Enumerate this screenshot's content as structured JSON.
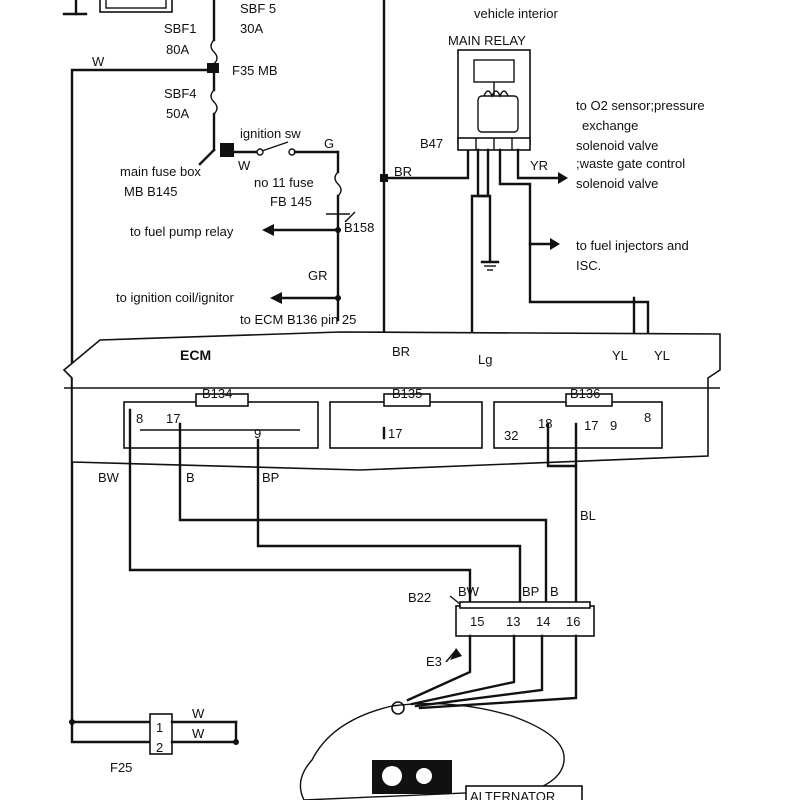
{
  "fuses": {
    "sbf5": "SBF 5",
    "sbf5_rating": "30A",
    "sbf1": "SBF1",
    "sbf1_rating": "80A",
    "sbf4": "SBF4",
    "sbf4_rating": "50A",
    "f35": "F35 MB",
    "no11": "no 11 fuse",
    "fb145": "FB 145",
    "f25": "F25",
    "f25_pin1": "1",
    "f25_pin2": "2"
  },
  "labels": {
    "ignition_sw": "ignition sw",
    "main_fuse_box": "main fuse box",
    "mb_b145": "MB B145",
    "to_fuel_pump_relay": "to fuel pump relay",
    "b158": "B158",
    "to_ignition_coil": "to ignition coil/ignitor",
    "to_ecm_b136": "to ECM B136 pin 25",
    "vehicle_interior": "vehicle interior",
    "main_relay": "MAIN RELAY",
    "b47": "B47",
    "to_o2_line1": "to O2 sensor;pressure",
    "to_o2_line2": "exchange",
    "to_o2_line3": "solenoid valve",
    "to_o2_line4": ";waste gate control",
    "to_o2_line5": "solenoid valve",
    "to_injectors_line1": "to fuel injectors and",
    "to_injectors_line2": "ISC.",
    "ecm": "ECM",
    "b134": "B134",
    "b135": "B135",
    "b136": "B136",
    "b22": "B22",
    "e3": "E3",
    "alternator": "ALTERNATOR"
  },
  "wire_colors": {
    "w_top": "W",
    "w_ign": "W",
    "g": "G",
    "gr": "GR",
    "br_top": "BR",
    "br_ecm": "BR",
    "yr": "YR",
    "lg": "Lg",
    "yl_left": "YL",
    "yl_right": "YL",
    "bw_ecm": "BW",
    "b_ecm": "B",
    "bp_ecm": "BP",
    "bl": "BL",
    "bw_b22": "BW",
    "bp_b22": "BP",
    "b_b22": "B",
    "w_f25_1": "W",
    "w_f25_2": "W"
  },
  "pins": {
    "b134_8": "8",
    "b134_17": "17",
    "b134_9": "9",
    "b135_17": "17",
    "b136_32": "32",
    "b136_18": "18",
    "b136_17": "17",
    "b136_9": "9",
    "b136_8": "8",
    "b22_15": "15",
    "b22_13": "13",
    "b22_14": "14",
    "b22_16": "16"
  }
}
